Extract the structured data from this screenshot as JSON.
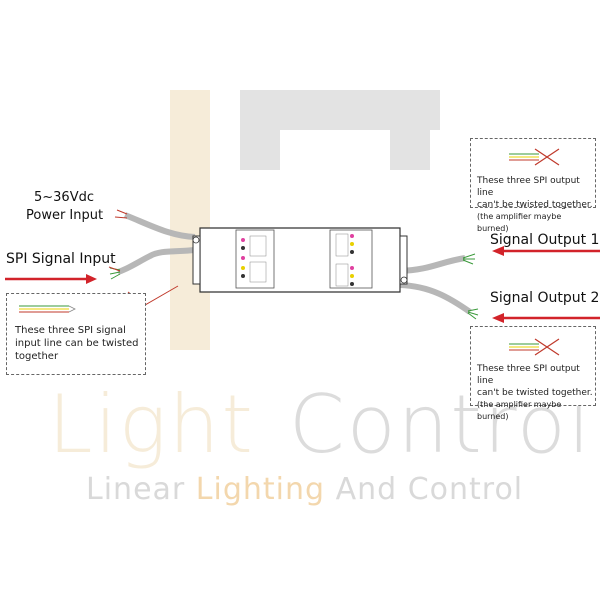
{
  "labels": {
    "power_input_line1": "5~36Vdc",
    "power_input_line2": "Power Input",
    "spi_signal_input": "SPI Signal Input",
    "signal_output_1": "Signal Output 1",
    "signal_output_2": "Signal Output 2"
  },
  "notes": {
    "input_note": [
      "These three SPI signal",
      "input line can be twisted",
      "together"
    ],
    "output_note_1": [
      "These three SPI output line",
      "can't be twisted together.",
      "(the amplifier maybe burned)"
    ],
    "output_note_2": [
      "These three SPI output line",
      "can't be twisted together.",
      "(the amplifier maybe burned)"
    ]
  },
  "watermark": {
    "brand_word1": "Light",
    "brand_word2": "Control",
    "tagline_part1": "Linear ",
    "tagline_part2": "Lighting",
    "tagline_part3": " And Control"
  },
  "colors": {
    "arrow_red": "#d2232a",
    "wire_grey": "#b7b7b7",
    "wm_cream": "#f6ecd9",
    "wm_grey": "#dcdcdc",
    "wm_tag_orange": "#f3d7ad"
  }
}
